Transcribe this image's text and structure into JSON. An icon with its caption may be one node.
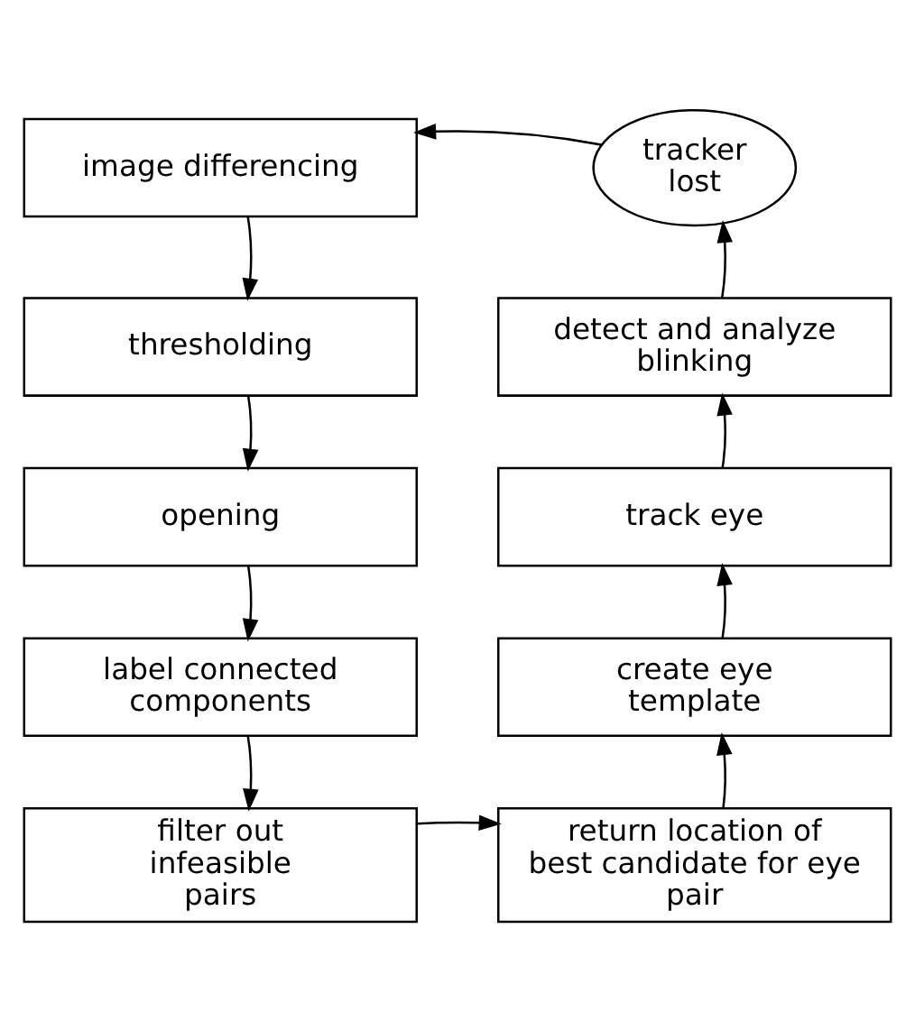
{
  "diagram": {
    "nodes": [
      {
        "text": [
          "image differencing"
        ]
      },
      {
        "text": [
          "tracker lost"
        ]
      },
      {
        "text": [
          "thresholding"
        ]
      },
      {
        "text": [
          "detect and analyze blinking"
        ]
      },
      {
        "text": [
          "opening"
        ]
      },
      {
        "text": [
          "track eye"
        ]
      },
      {
        "text": [
          "label connected components"
        ]
      },
      {
        "text": [
          "create eye template"
        ]
      },
      {
        "text": [
          "filter out infeasible pairs"
        ]
      },
      {
        "text": [
          "return location of best candidate for eye pair"
        ]
      }
    ],
    "edges": [
      {
        "from": 0,
        "to": 2,
        "arrow": "to"
      },
      {
        "from": 2,
        "to": 4,
        "arrow": "to"
      },
      {
        "from": 4,
        "to": 6,
        "arrow": "to"
      },
      {
        "from": 6,
        "to": 8,
        "arrow": "to"
      },
      {
        "from": 8,
        "to": 9,
        "arrow": "to"
      },
      {
        "from": 9,
        "to": 7,
        "arrow": "to"
      },
      {
        "from": 7,
        "to": 5,
        "arrow": "to"
      },
      {
        "from": 5,
        "to": 3,
        "arrow": "to"
      },
      {
        "from": 3,
        "to": 1,
        "arrow": "to"
      },
      {
        "from": 1,
        "to": 0,
        "arrow": "to"
      }
    ]
  }
}
